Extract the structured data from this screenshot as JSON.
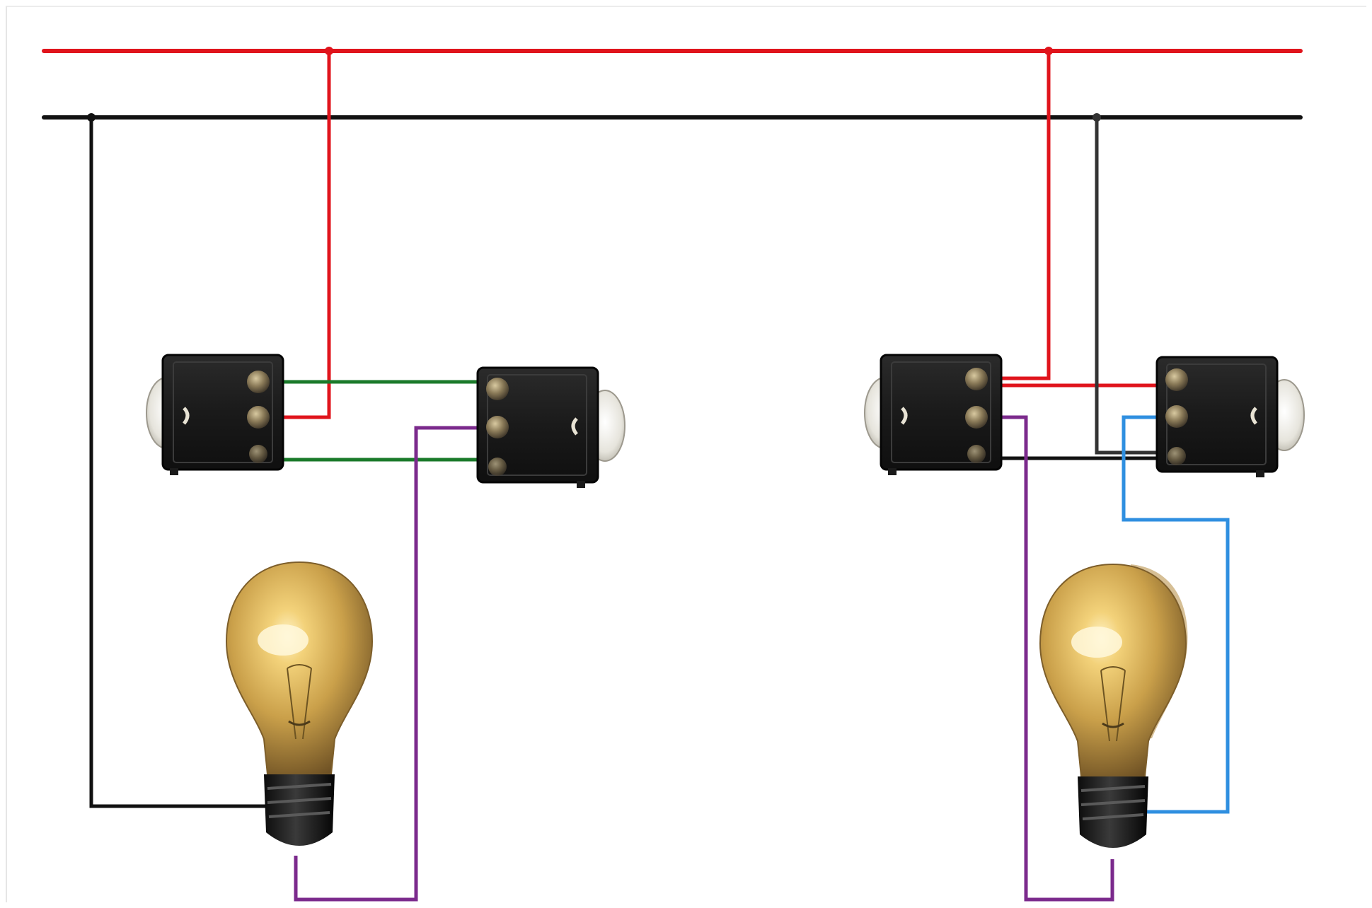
{
  "diagram": {
    "kind": "two-way light switch wiring",
    "wire_colors": {
      "live": "#e0141c",
      "neutral": "#111111",
      "traveler": "#1a7a2a",
      "switched": "#7b2a8c",
      "switched_alt": "#2f8fe0"
    },
    "components": [
      {
        "id": "switch-left-a",
        "type": "switch"
      },
      {
        "id": "switch-left-b",
        "type": "switch"
      },
      {
        "id": "lamp-left",
        "type": "incandescent-bulb"
      },
      {
        "id": "switch-right-a",
        "type": "switch"
      },
      {
        "id": "switch-right-b",
        "type": "switch"
      },
      {
        "id": "lamp-right",
        "type": "incandescent-bulb"
      }
    ]
  }
}
